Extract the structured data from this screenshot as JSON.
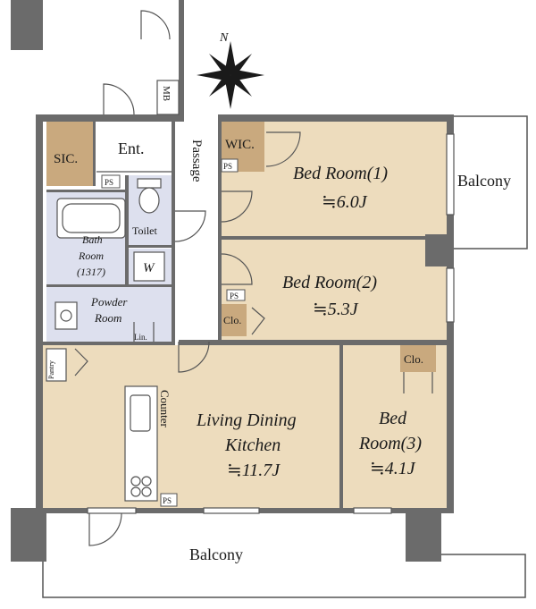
{
  "compass": {
    "label": "N"
  },
  "rooms": {
    "sic": "SIC.",
    "entrance": "Ent.",
    "passage": "Passage",
    "mb": "MB",
    "wic": "WIC.",
    "bedroom1": {
      "name": "Bed Room(1)",
      "area": "≒6.0J"
    },
    "bedroom2": {
      "name": "Bed Room(2)",
      "area": "≒5.3J"
    },
    "bedroom3": {
      "name_line1": "Bed",
      "name_line2": "Room(3)",
      "area": "≒4.1J"
    },
    "toilet": "Toilet",
    "bathroom": {
      "line1": "Bath",
      "line2": "Room",
      "line3": "(1317)"
    },
    "washer": "W",
    "powder": {
      "line1": "Powder",
      "line2": "Room"
    },
    "linen": "Lin.",
    "pantry": "Pantry",
    "counter": "Counter",
    "ldk": {
      "line1": "Living Dining",
      "line2": "Kitchen",
      "area": "≒11.7J"
    },
    "clo_bed2": "Clo.",
    "clo_bed3": "Clo."
  },
  "ps_labels": [
    "PS",
    "PS",
    "PS",
    "PS"
  ],
  "balconies": {
    "east": "Balcony",
    "south": "Balcony"
  },
  "colors": {
    "wall": "#6b6b6b",
    "room_fill": "#eddcbd",
    "closet_fill": "#c9a97e",
    "wet_fill": "#dde0ee",
    "floor_white": "#ffffff",
    "line": "#555555"
  }
}
